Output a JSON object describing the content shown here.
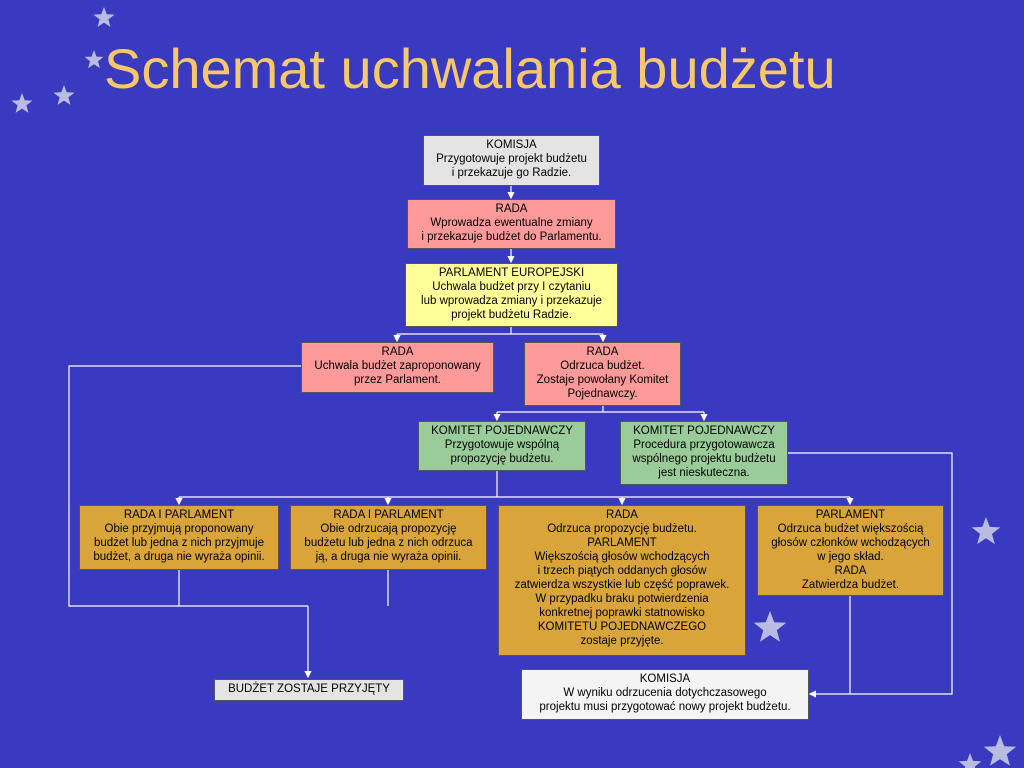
{
  "title": "Schemat uchwalania budżetu",
  "colors": {
    "background": "#3a3ac0",
    "title": "#f7c86a",
    "komisja": "#e4e4e4",
    "rada": "#ff9a9a",
    "parlament": "#ffff99",
    "komitet": "#99cc99",
    "decision": "#d9a53a",
    "connector": "#ffffff",
    "star": "#b7bce0"
  },
  "icons": [
    "star-icon"
  ],
  "boxes": [
    {
      "id": "komisja-1",
      "lines": [
        "KOMISJA",
        "Przygotowuje projekt budżetu",
        "i przekazuje go Radzie."
      ]
    },
    {
      "id": "rada-1",
      "lines": [
        "RADA",
        "Wprowadza ewentualne zmiany",
        "i przekazuje budżet do Parlamentu."
      ]
    },
    {
      "id": "parlament-europejski",
      "lines": [
        "PARLAMENT EUROPEJSKI",
        "Uchwala budżet przy I czytaniu",
        "lub wprowadza zmiany i przekazuje",
        "projekt budżetu Radzie."
      ]
    },
    {
      "id": "rada-accept",
      "lines": [
        "RADA",
        "Uchwala budżet zaproponowany",
        "przez Parlament."
      ]
    },
    {
      "id": "rada-reject",
      "lines": [
        "RADA",
        "Odrzuca budżet.",
        "Zostaje powołany Komitet",
        "Pojednawczy."
      ]
    },
    {
      "id": "komitet-success",
      "lines": [
        "KOMITET POJEDNAWCZY",
        "Przygotowuje wspólną",
        "propozycję budżetu."
      ]
    },
    {
      "id": "komitet-fail",
      "lines": [
        "KOMITET POJEDNAWCZY",
        "Procedura przygotowawcza",
        "wspólnego projektu budżetu",
        "jest nieskuteczna."
      ]
    },
    {
      "id": "both-accept",
      "lines": [
        "RADA I PARLAMENT",
        "Obie przyjmują proponowany",
        "budżet lub jedna z nich przyjmuje",
        "budżet, a druga nie wyraża opinii."
      ]
    },
    {
      "id": "both-reject",
      "lines": [
        "RADA I PARLAMENT",
        "Obie odrzucają propozycję",
        "budżetu lub jedna z nich odrzuca",
        "ją, a druga nie wyraża opinii."
      ]
    },
    {
      "id": "rada-parlament-override",
      "lines": [
        "RADA",
        "Odrzuca propozycję budżetu.",
        "PARLAMENT",
        "Większością głosów wchodzących",
        "i trzech piątych oddanych głosów",
        "zatwierdza wszystkie lub część poprawek.",
        "W przypadku braku potwierdzenia",
        "konkretnej poprawki statnowisko",
        "KOMITETU POJEDNAWCZEGO",
        "zostaje przyjęte."
      ]
    },
    {
      "id": "parlament-rada-accept",
      "lines": [
        "PARLAMENT",
        "Odrzuca budżet większością",
        "głosów członków wchodzących",
        "w jego skład.",
        "RADA",
        "Zatwierdza budżet."
      ]
    },
    {
      "id": "budget-adopted",
      "lines": [
        "BUDŻET ZOSTAJE PRZYJĘTY"
      ]
    },
    {
      "id": "komisja-new",
      "lines": [
        "KOMISJA",
        "W wyniku odrzucenia dotychczasowego",
        "projektu musi przygotować nowy projekt budżetu."
      ]
    }
  ]
}
